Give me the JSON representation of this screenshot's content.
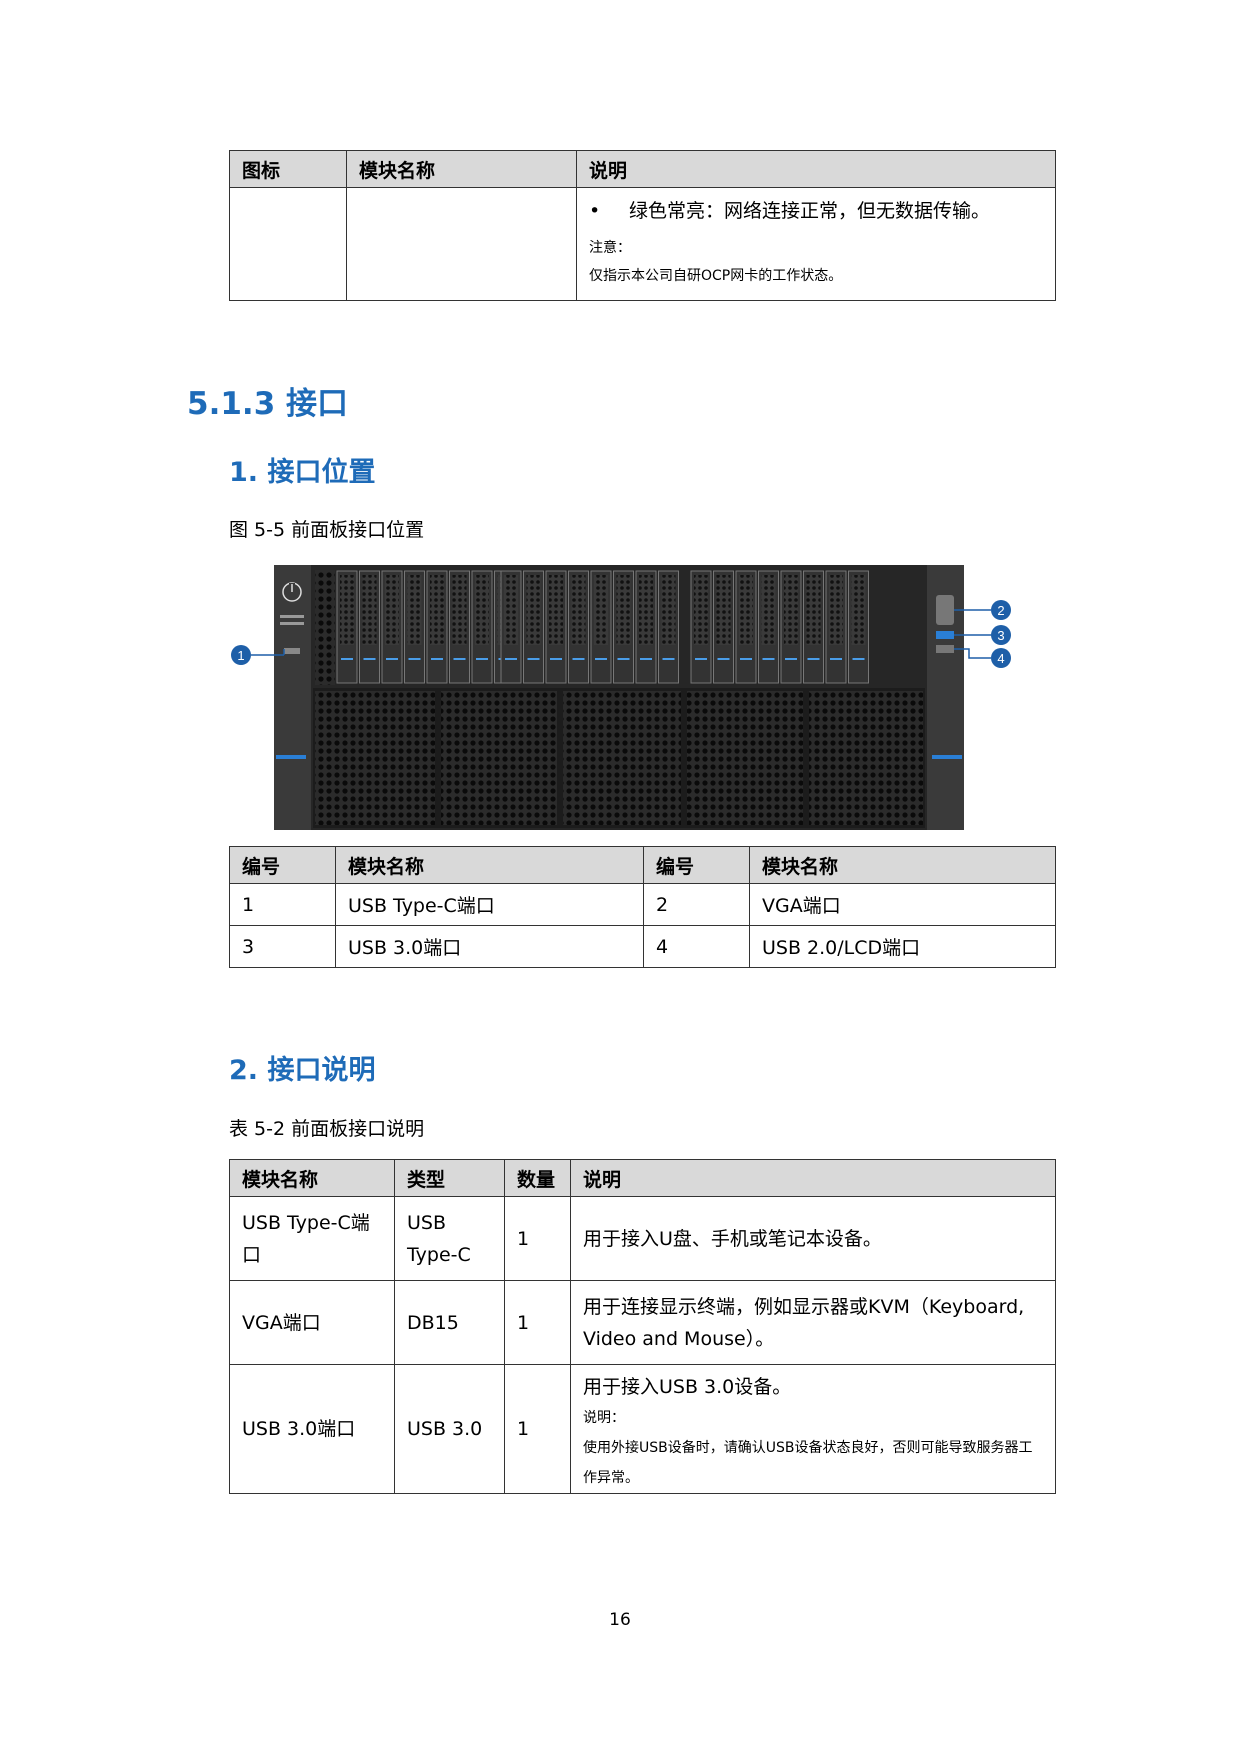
{
  "table_top": {
    "headers": [
      "图标",
      "模块名称",
      "说明"
    ],
    "bullet_symbol": "•",
    "bullet_text": "绿色常亮：网络连接正常，但无数据传输。",
    "note_title": "注意：",
    "note_text": "仅指示本公司自研OCP网卡的工作状态。"
  },
  "section_title": "5.1.3 接口",
  "sub1_title": "1. 接口位置",
  "figure_caption": "图 5-5  前面板接口位置",
  "callouts": [
    "1",
    "2",
    "3",
    "4"
  ],
  "table_position": {
    "headers": [
      "编号",
      "模块名称",
      "编号",
      "模块名称"
    ],
    "rows": [
      [
        "1",
        "USB Type-C端口",
        "2",
        "VGA端口"
      ],
      [
        "3",
        "USB 3.0端口",
        "4",
        "USB 2.0/LCD端口"
      ]
    ]
  },
  "sub2_title": "2. 接口说明",
  "table_caption": "表 5-2  前面板接口说明",
  "table_desc": {
    "headers": [
      "模块名称",
      "类型",
      "数量",
      "说明"
    ],
    "rows": [
      {
        "name": "USB Type-C端口",
        "type": "USB Type-C",
        "count": "1",
        "desc": "用于接入U盘、手机或笔记本设备。"
      },
      {
        "name": "VGA端口",
        "type": "DB15",
        "count": "1",
        "desc": "用于连接显示终端，例如显示器或KVM（Keyboard, Video and Mouse）。"
      },
      {
        "name": "USB 3.0端口",
        "type": "USB 3.0",
        "count": "1",
        "desc": "用于接入USB 3.0设备。",
        "note_title": "说明：",
        "note_text": "使用外接USB设备时，请确认USB设备状态良好，否则可能导致服务器工作异常。"
      }
    ]
  },
  "page_number": "16"
}
